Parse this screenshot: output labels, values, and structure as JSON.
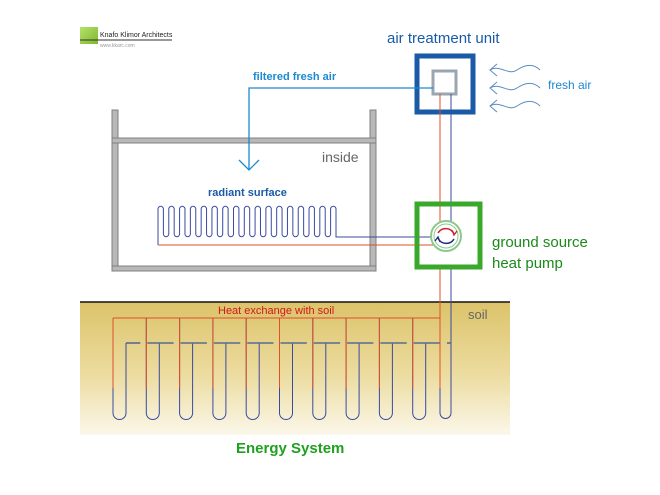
{
  "logo": {
    "company": "Knafo Klimor Architects",
    "url": "www.kkarc.com",
    "accent": "#8dc63f"
  },
  "labels": {
    "air_treatment_unit": "air treatment unit",
    "fresh_air": "fresh air",
    "filtered_fresh_air": "filtered fresh air",
    "inside": "inside",
    "radiant_surface": "radiant surface",
    "ground_source_line1": "ground source",
    "ground_source_line2": "heat pump",
    "heat_exchange": "Heat exchange with soil",
    "soil": "soil",
    "title": "Energy System"
  },
  "colors": {
    "air_unit": "#1a5aa6",
    "air_flow": "#1e88d0",
    "heat_pump": "#3aa82a",
    "hot_pipe": "#e0502a",
    "cold_pipe": "#3a4aa0",
    "wall": "#a8a8a8",
    "soil_top": "#dcc36a",
    "soil_bottom": "#fbf7ea",
    "title_green": "#1fa01f",
    "text_gray": "#666666"
  },
  "ground_loops": {
    "count": 11
  },
  "radiant_loops": {
    "count": 17
  }
}
